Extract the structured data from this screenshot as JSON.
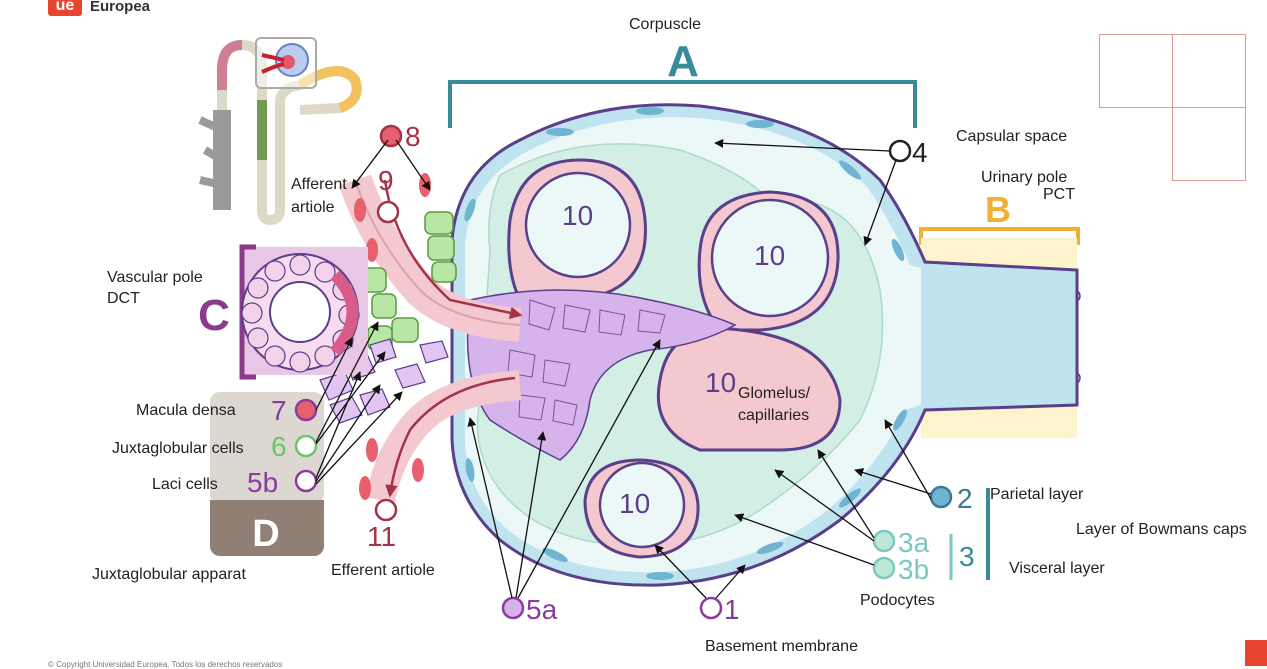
{
  "brand": {
    "logo_mark": "ue",
    "logo_text": "Europea"
  },
  "regions": {
    "A": {
      "letter": "A",
      "title": "Corpuscle",
      "color": "#3a8a9c"
    },
    "B": {
      "letter": "B",
      "title": "Urinary pole",
      "subtitle": "PCT",
      "color": "#f0b033"
    },
    "C": {
      "letter": "C",
      "title": "Vascular pole",
      "subtitle": "DCT",
      "color": "#8a3c8a"
    },
    "D": {
      "letter": "D",
      "title": "Juxtaglobular apparat",
      "color": "#8f7f74"
    }
  },
  "labels": {
    "capsular_space": "Capsular space",
    "afferent_line1": "Afferent",
    "afferent_line2": "artiole",
    "efferent": "Efferent artiole",
    "glomelus_line1": "Glomelus/",
    "glomelus_line2": "capillaries",
    "macula_densa": "Macula densa",
    "juxtaglobular_cells": "Juxtaglobular cells",
    "laci_cells": "Laci cells",
    "parietal_layer": "Parietal layer",
    "layer_of_bowmans": "Layer of Bowmans caps",
    "visceral_layer": "Visceral layer",
    "podocytes": "Podocytes",
    "basement_membrane": "Basement membrane"
  },
  "markers": {
    "m1": "1",
    "m2": "2",
    "m3": "3",
    "m3a": "3a",
    "m3b": "3b",
    "m4": "4",
    "m5a": "5a",
    "m5b": "5b",
    "m6": "6",
    "m7": "7",
    "m8": "8",
    "m9": "9",
    "m10": "10",
    "m11": "11"
  },
  "colors": {
    "capsule_blue": "#bfe3ef",
    "capsule_border": "#5a3f8a",
    "podocyte_green": "#bde8d6",
    "capillary_pink": "#f3c9cf",
    "mesangial_purple": "#d7b3ec",
    "pct_yellow": "#fbeeb6",
    "arrow_red": "#a33347",
    "marker_red": "#e8606d",
    "marker_green": "#6cc46a",
    "marker_purple": "#8a3c9c",
    "marker_teal": "#7cc7bf",
    "marker_blue": "#6fb5d1"
  },
  "footer": {
    "copyright": "© Copyright Universidad Europea. Todos los derechos reservados"
  }
}
